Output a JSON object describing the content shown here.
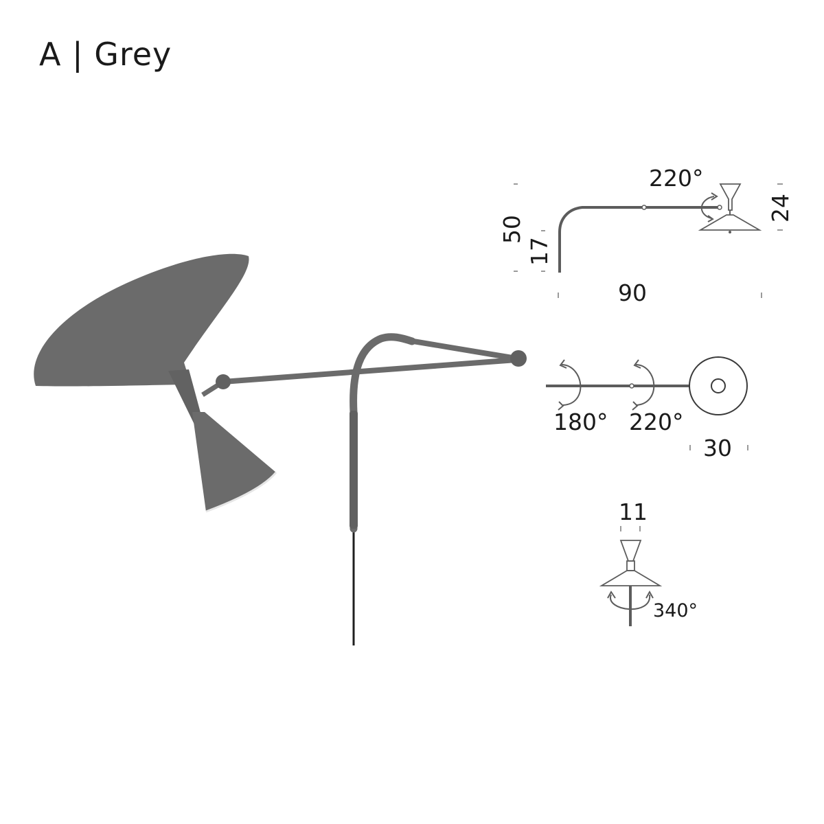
{
  "title": "A | Grey",
  "colors": {
    "lamp": "#6b6b6b",
    "lamp_dark": "#5a5a5a",
    "line": "#5c5c5c",
    "text": "#1a1a1a",
    "tick": "#9a9a9a"
  },
  "dimensions": {
    "side_view": {
      "height_total": "50",
      "height_base": "17",
      "shade_height": "24",
      "length": "90",
      "rotation": "220°"
    },
    "top_view": {
      "rotation_left": "180°",
      "rotation_right": "220°",
      "diameter": "30"
    },
    "front_view": {
      "width": "11",
      "rotation": "340°"
    }
  }
}
